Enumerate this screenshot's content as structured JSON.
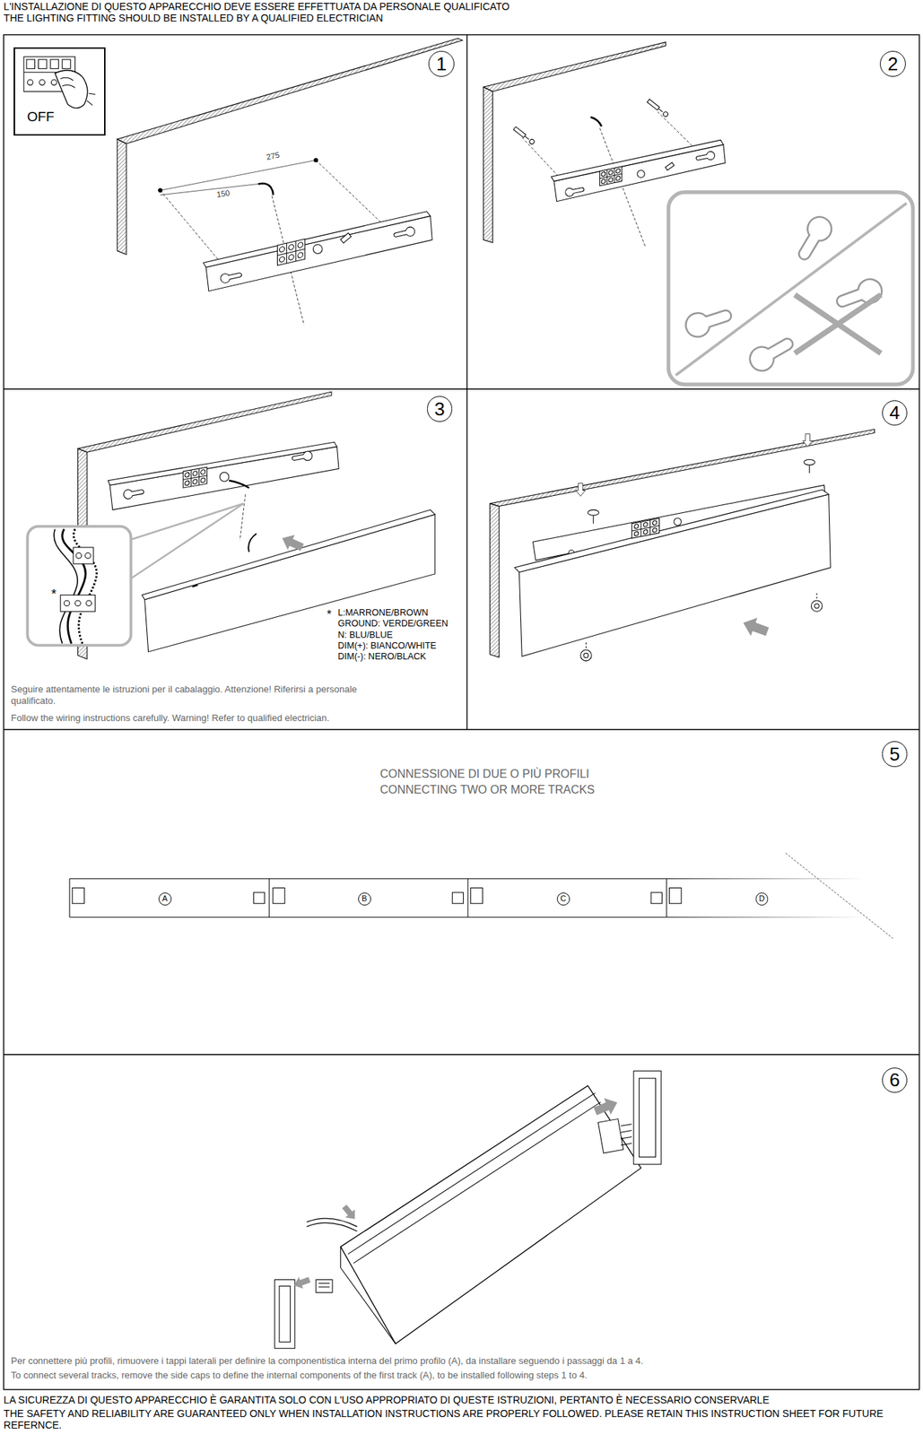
{
  "diagram": {
    "title": "L'INSTALLAZIONE DI QUESTO APPARECCHIO DEVE ESSERE EFFETTUATA DA PERSONALE QUALIFICATO",
    "caption": "LA SICUREZZA DI QUESTO APPARECCHIO È GARANTITA SOLO CON L'USO APPROPRIATO DI QUESTE ISTRUZIONI, PERTANTO È NECESSARIO CONSERVARLE",
    "nodes": [
      {
        "text": [
          "OFF"
        ]
      },
      {
        "text": [
          "1"
        ]
      },
      {
        "text": [
          "2"
        ]
      },
      {
        "text": [
          "3"
        ]
      },
      {
        "text": [
          "4"
        ]
      },
      {
        "text": [
          "5"
        ]
      },
      {
        "text": [
          "A"
        ]
      },
      {
        "text": [
          "B"
        ]
      },
      {
        "text": [
          "C"
        ]
      },
      {
        "text": [
          "D"
        ]
      },
      {
        "text": [
          "6"
        ]
      }
    ],
    "labels": [
      "THE LIGHTING FITTING SHOULD BE INSTALLED BY A QUALIFIED ELECTRICIAN",
      "275",
      "150",
      "*",
      "*",
      "L:MARRONE/BROWN",
      "GROUND: VERDE/GREEN",
      "N: BLU/BLUE",
      "DIM(+): BIANCO/WHITE",
      "DIM(-): NERO/BLACK",
      "Seguire attentamente le istruzioni per il cabalaggio. Attenzione! Riferirsi a personale qualificato.",
      "Follow the wiring instructions carefully. Warning! Refer to qualified electrician.",
      "CONNESSIONE DI DUE O PIÙ PROFILI",
      "CONNECTING TWO OR MORE TRACKS",
      "Per connettere più profili, rimuovere i tappi laterali per definire la componentistica interna del primo profilo (A), da installare seguendo i passaggi da 1 a 4.",
      "To connect several tracks, remove the side caps to define the internal components of the first track (A), to be installed following steps 1 to 4.",
      "THE SAFETY AND RELIABILITY ARE GUARANTEED ONLY WHEN INSTALLATION INSTRUCTIONS ARE PROPERLY FOLLOWED. PLEASE RETAIN THIS INSTRUCTION SHEET FOR FUTURE REFERNCE."
    ]
  }
}
